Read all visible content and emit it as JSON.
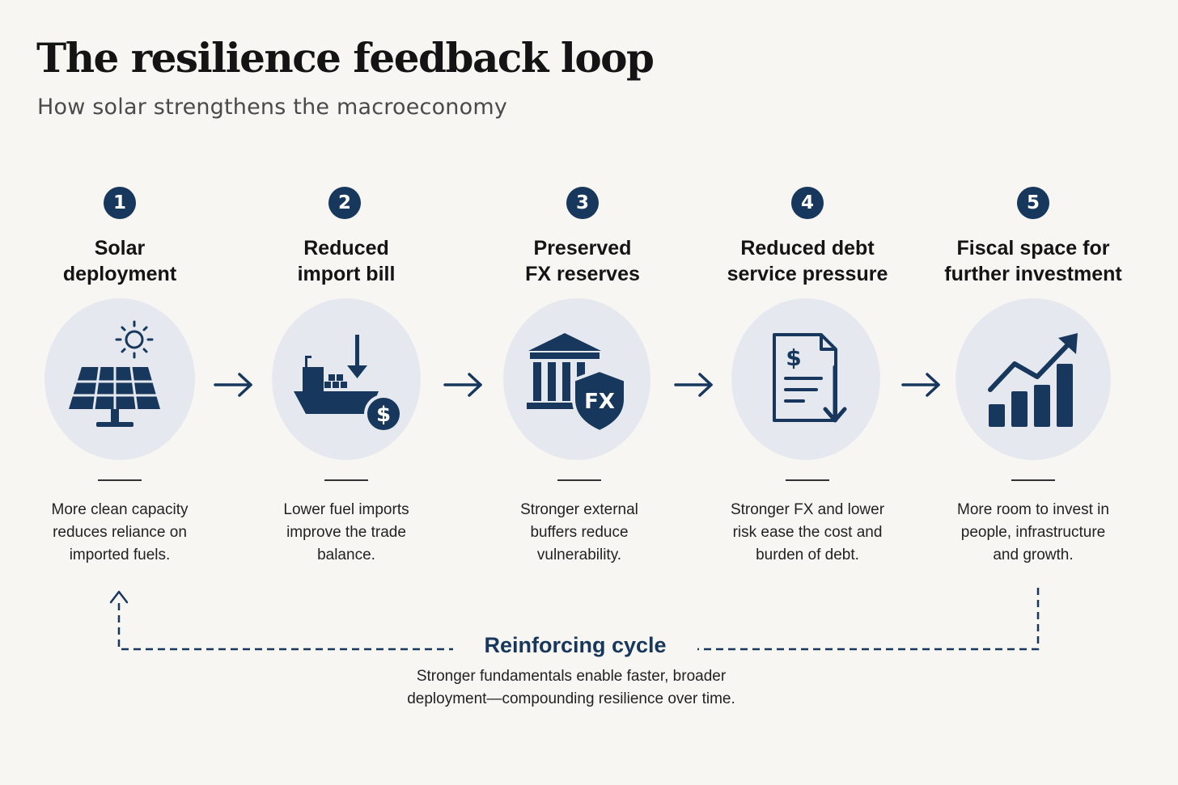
{
  "header": {
    "title": "The resilience feedback loop",
    "subtitle": "How solar strengthens the macroeconomy"
  },
  "colors": {
    "accent": "#17375c",
    "icon_bg": "#e5e9ef",
    "background": "#f7f6f3"
  },
  "steps": [
    {
      "number": "1",
      "title": [
        "Solar",
        "deployment"
      ],
      "icon": "solar-panel-icon",
      "description": [
        "More clean capacity",
        "reduces reliance on",
        "imported fuels."
      ]
    },
    {
      "number": "2",
      "title": [
        "Reduced",
        "import bill"
      ],
      "icon": "cargo-ship-dollar-icon",
      "description": [
        "Lower fuel imports",
        "improve the trade",
        "balance."
      ]
    },
    {
      "number": "3",
      "title": [
        "Preserved",
        "FX reserves"
      ],
      "icon": "bank-shield-icon",
      "icon_text": "FX",
      "description": [
        "Stronger external",
        "buffers reduce",
        "vulnerability."
      ]
    },
    {
      "number": "4",
      "title": [
        "Reduced debt",
        "service pressure"
      ],
      "icon": "debt-document-down-icon",
      "icon_text": "$",
      "description": [
        "Stronger FX and lower",
        "risk ease the cost and",
        "burden of debt."
      ]
    },
    {
      "number": "5",
      "title": [
        "Fiscal space for",
        "further investment"
      ],
      "icon": "growth-chart-icon",
      "description": [
        "More room to invest in",
        "people, infrastructure",
        "and growth."
      ]
    }
  ],
  "cycle": {
    "label": "Reinforcing cycle",
    "description": [
      "Stronger fundamentals enable faster, broader",
      "deployment—compounding resilience over time."
    ]
  }
}
